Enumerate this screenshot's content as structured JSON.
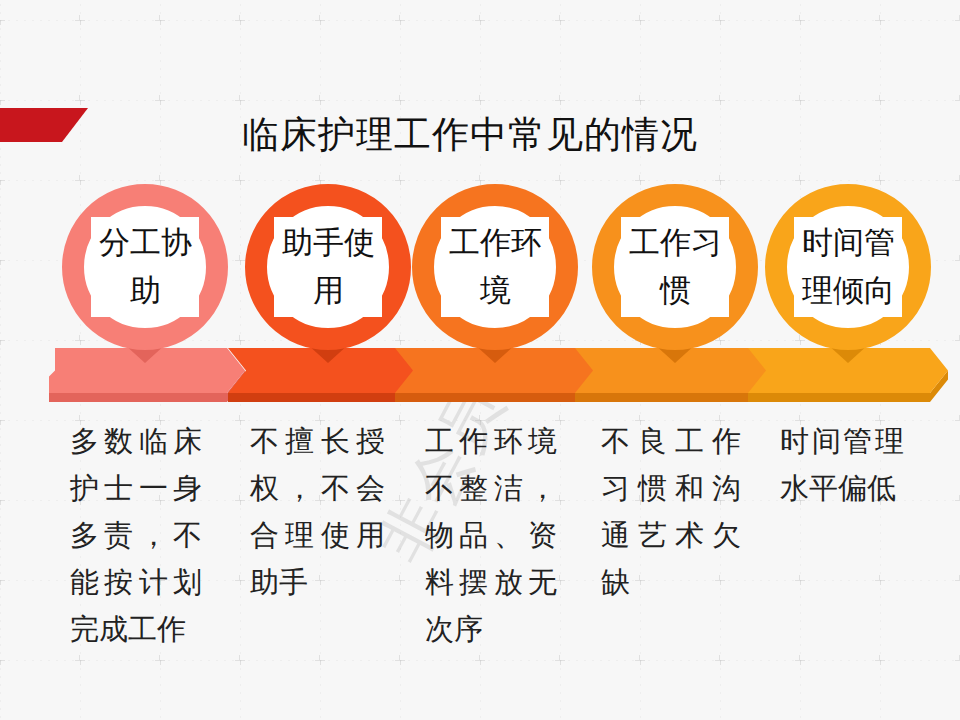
{
  "diagram": {
    "title": "临床护理工作中常见的情况",
    "nodes": [
      {
        "text": [
          "分工协助",
          "多数临床护士一身多责，不能按计划完成工作"
        ]
      },
      {
        "text": [
          "助手使用",
          "不擅长授权，不会合理使用助手"
        ]
      },
      {
        "text": [
          "工作环境",
          "工作环境不整洁，物品、资料摆放无次序"
        ]
      },
      {
        "text": [
          "工作习惯",
          "不良工作习惯和沟通艺术欠缺"
        ]
      },
      {
        "text": [
          "时间管理倾向",
          "时间管理水平偏低"
        ]
      }
    ],
    "labels": [
      "非会员水印"
    ]
  }
}
